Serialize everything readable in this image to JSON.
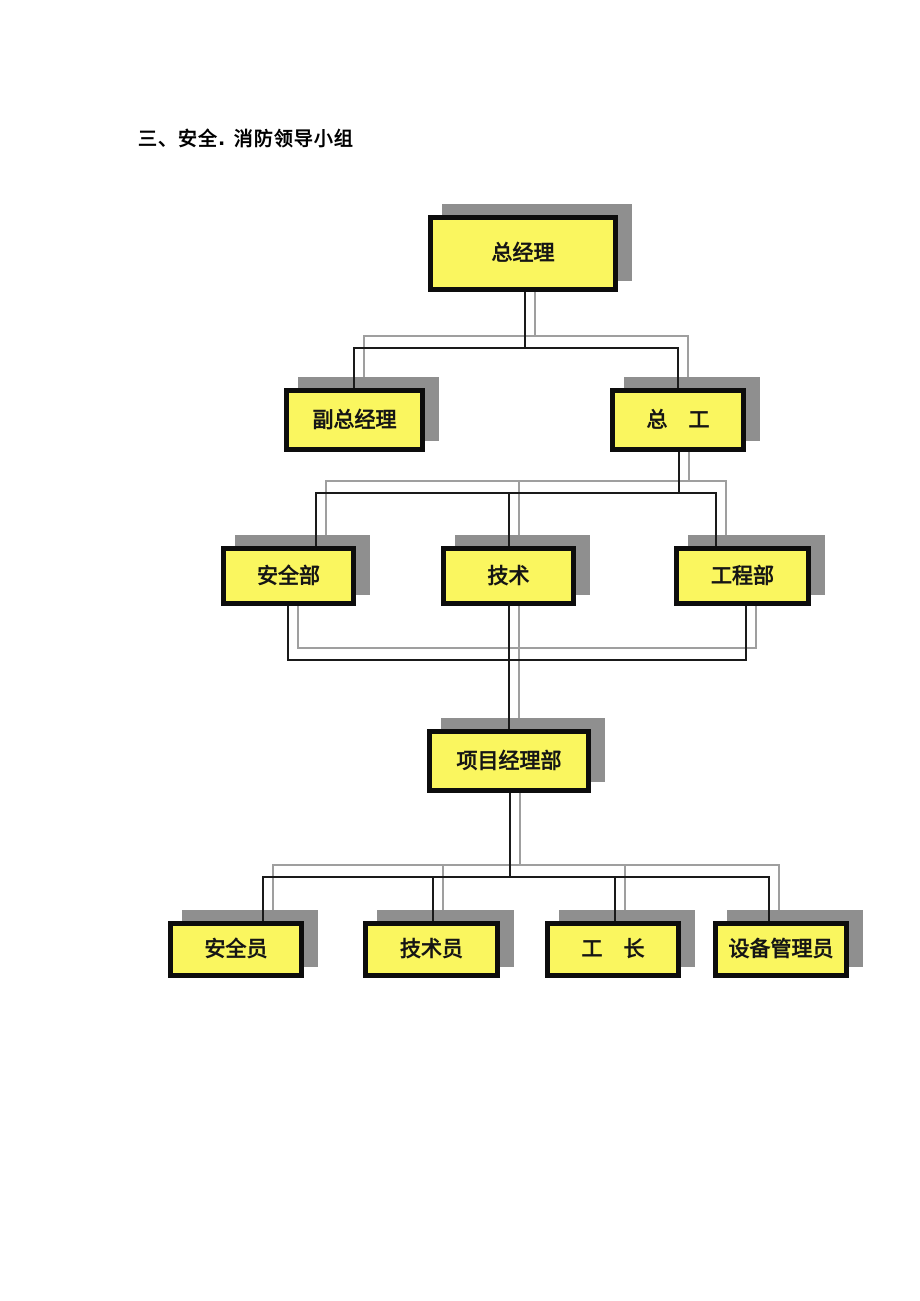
{
  "page": {
    "title": "三、安全. 消防领导小组"
  },
  "diagram": {
    "type": "org-chart",
    "nodes": [
      {
        "id": "general-manager",
        "label": "总经理"
      },
      {
        "id": "deputy-general-manager",
        "label": "副总经理"
      },
      {
        "id": "chief-engineer",
        "label": "总　工"
      },
      {
        "id": "safety-dept",
        "label": "安全部"
      },
      {
        "id": "technology-dept",
        "label": "技术"
      },
      {
        "id": "engineering-dept",
        "label": "工程部"
      },
      {
        "id": "project-manager-dept",
        "label": "项目经理部"
      },
      {
        "id": "safety-officer",
        "label": "安全员"
      },
      {
        "id": "technician",
        "label": "技术员"
      },
      {
        "id": "foreman",
        "label": "工　长"
      },
      {
        "id": "equipment-manager",
        "label": "设备管理员"
      }
    ],
    "edges": [
      {
        "from": "general-manager",
        "to": "deputy-general-manager"
      },
      {
        "from": "general-manager",
        "to": "chief-engineer"
      },
      {
        "from": "chief-engineer",
        "to": "safety-dept"
      },
      {
        "from": "chief-engineer",
        "to": "technology-dept"
      },
      {
        "from": "chief-engineer",
        "to": "engineering-dept"
      },
      {
        "from": "safety-dept",
        "to": "project-manager-dept"
      },
      {
        "from": "technology-dept",
        "to": "project-manager-dept"
      },
      {
        "from": "engineering-dept",
        "to": "project-manager-dept"
      },
      {
        "from": "project-manager-dept",
        "to": "safety-officer"
      },
      {
        "from": "project-manager-dept",
        "to": "technician"
      },
      {
        "from": "project-manager-dept",
        "to": "foreman"
      },
      {
        "from": "project-manager-dept",
        "to": "equipment-manager"
      }
    ]
  },
  "colors": {
    "box_fill": "#faf65f",
    "box_border": "#0d0d0d",
    "box_shadow": "#8f8f8f",
    "line": "#1a1a1a",
    "line_shadow": "#9f9f9f",
    "page_background": "#ffffff",
    "title_color": "#000000"
  }
}
